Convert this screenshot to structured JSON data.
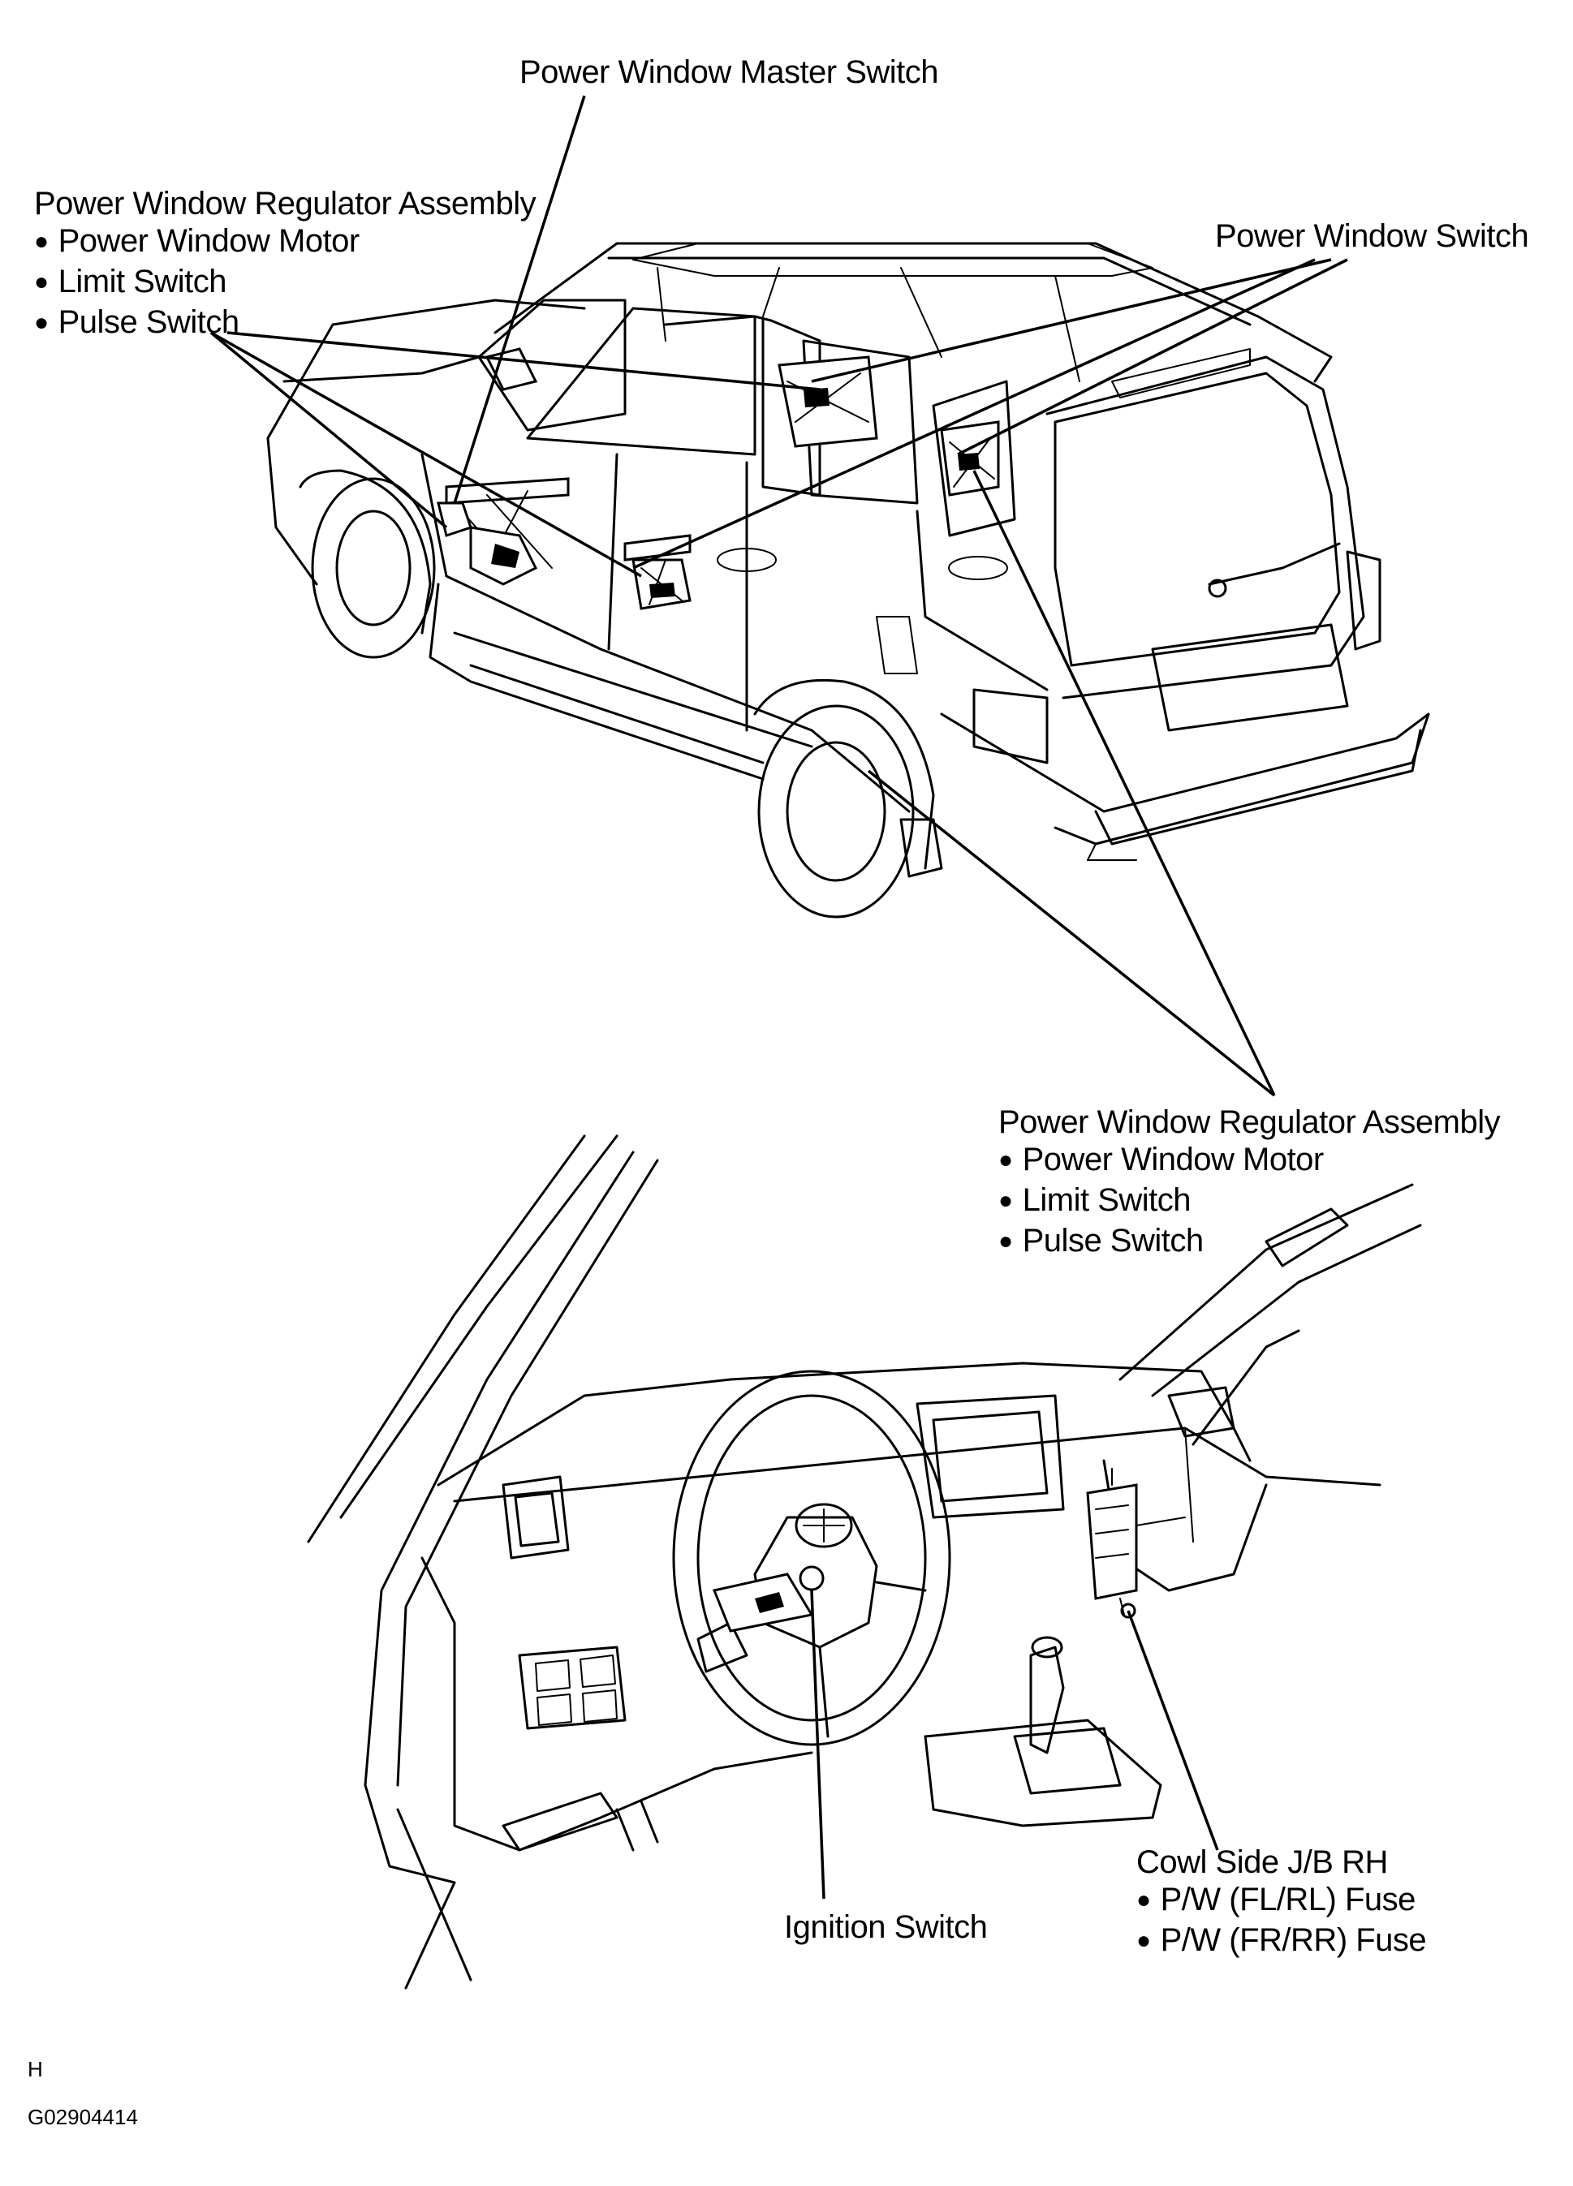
{
  "labels": {
    "master_switch": "Power Window Master Switch",
    "regulator_left": {
      "title": "Power Window Regulator Assembly",
      "items": [
        "Power Window Motor",
        "Limit Switch",
        "Pulse Switch"
      ]
    },
    "window_switch": "Power Window Switch",
    "regulator_right": {
      "title": "Power Window Regulator Assembly",
      "items": [
        "Power Window Motor",
        "Limit Switch",
        "Pulse Switch"
      ]
    },
    "junction_block": {
      "title": "Cowl Side J/B RH",
      "items": [
        "P/W (FL/RL) Fuse",
        "P/W (FR/RR) Fuse"
      ]
    },
    "ignition_switch": "Ignition Switch"
  },
  "footer": {
    "section_letter": "H",
    "figure_code": "G02904414"
  }
}
